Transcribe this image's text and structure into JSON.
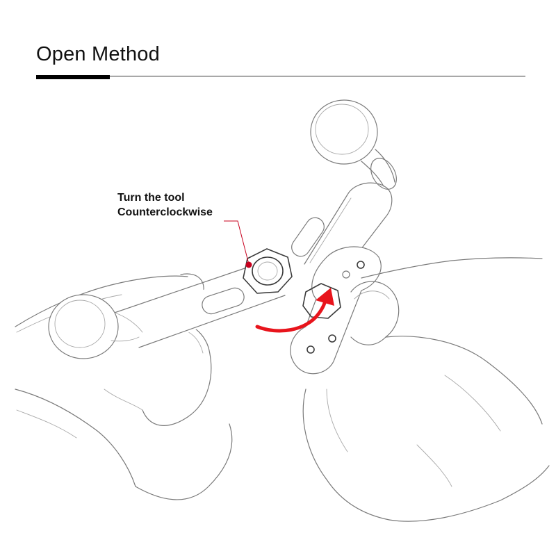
{
  "title": "Open Method",
  "callout": {
    "line1": "Turn the tool",
    "line2": "Counterclockwise"
  },
  "colors": {
    "accent": "#e8141c",
    "marker": "#c8001e",
    "title_rule": "#000000",
    "sketch_line": "#7a7a7a"
  },
  "icons": {
    "rotation_arrow": "counterclockwise-arrow-icon",
    "callout_marker": "red-dot-icon"
  }
}
